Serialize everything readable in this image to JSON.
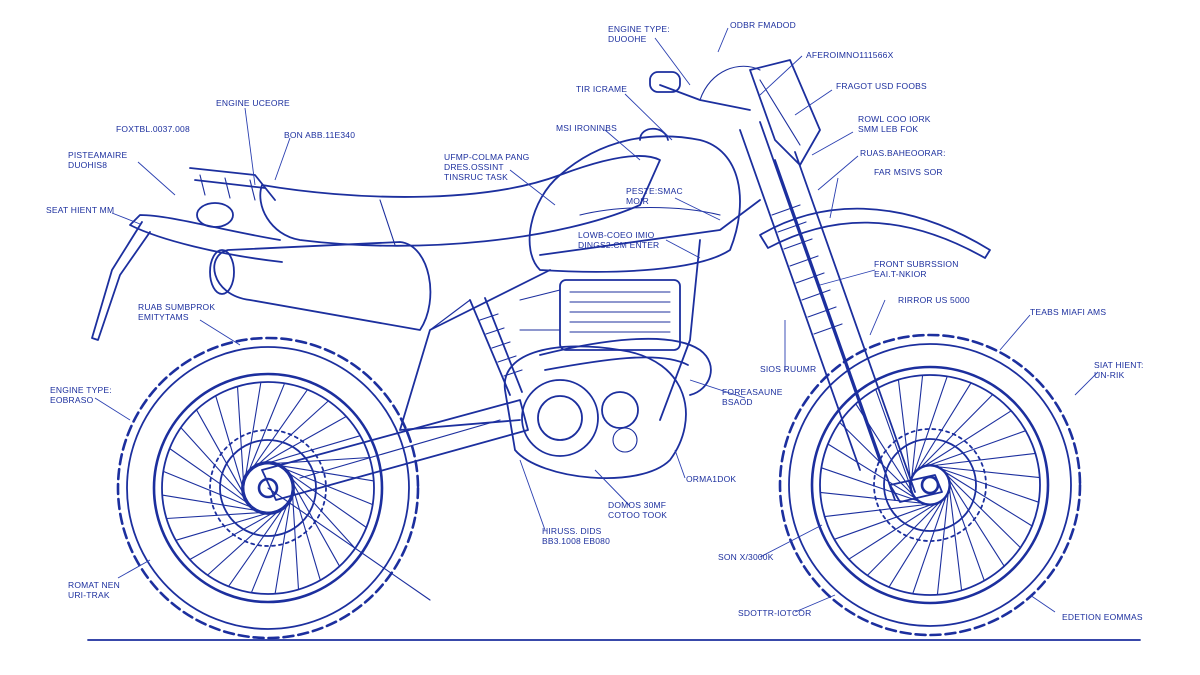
{
  "diagram": {
    "colors": {
      "ink": "#1c2f9e",
      "paper": "#ffffff"
    },
    "labels": [
      "ENGINE TYPE:\nDUOOHE",
      "ODBR FMADOD",
      "AFEROIMNO111566X",
      "TIR ICRAME",
      "FRAGOT USD FOOBS",
      "ENGINE UCEORE",
      "FOXTBL.0037.008",
      "BON ABB.11E340",
      "MSI IRONINBS",
      "ROWL COO IORK\nSmm LEB FOK",
      "RUAS.BAHEOORAR:",
      "PISTEAMAIRE\nDUOHIS8",
      "UFMP-COLMA PANG\nDRES.OSSINT\nTINSRUC TASK",
      "FAR MSIVS SOR",
      "SEAT HIENT MM",
      "PESTE:SMAC\nMOIR",
      "LOWB-COEO IMIO\nDINGS2.CM ENTER",
      "FRONT SUBRSSION\nEAI.T-NKIOR",
      "RUAB SUMBPROK\nEMITYTAMS",
      "RIRROR US 5000",
      "TEABS MIAFI AMS",
      "SIOS RUUMR",
      "SIAT HIENT:\nUN-RIK",
      "ENGINE TYPE:\nEOBRASO",
      "FOREASAUNE\nBSAOD",
      "ORMA1DOK",
      "DOMOS 30MF\nCOTOO TOOK",
      "HIRUSS. DIDS\nBB3.1008 EB080",
      "SON X/3000K",
      "ROMAT NEN\nURI-TRAK",
      "SDOTTR-IOTCOR",
      "EDETION EOMMAS"
    ]
  }
}
